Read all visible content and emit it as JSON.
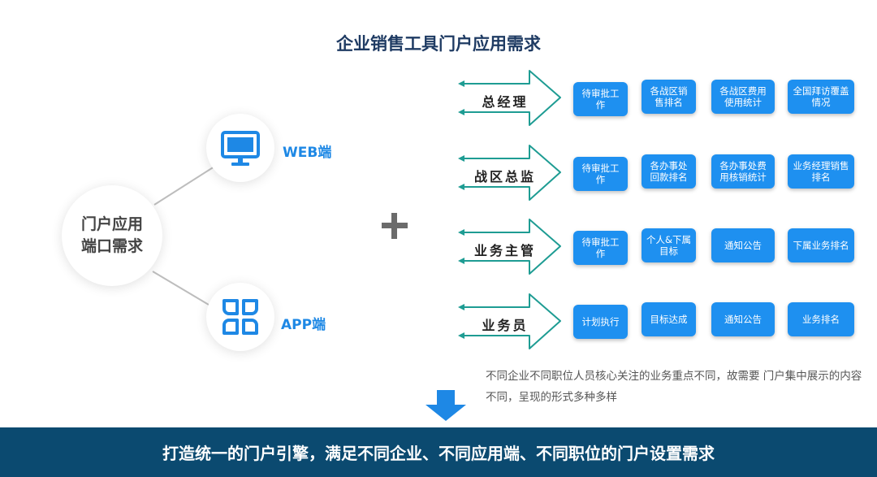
{
  "title": "企业销售工具门户应用需求",
  "center": {
    "line1": "门户应用",
    "line2": "端口需求"
  },
  "channels": [
    {
      "label": "WEB端",
      "icon": "monitor-icon"
    },
    {
      "label": "APP端",
      "icon": "app-grid-icon"
    }
  ],
  "roles": [
    {
      "name": "总经理",
      "items": [
        "待审批工作",
        "各战区销售排名",
        "各战区费用使用统计",
        "全国拜访覆盖情况"
      ]
    },
    {
      "name": "战区总监",
      "items": [
        "待审批工作",
        "各办事处回款排名",
        "各办事处费用核销统计",
        "业务经理销售排名"
      ]
    },
    {
      "name": "业务主管",
      "items": [
        "待审批工作",
        "个人&下属目标",
        "通知公告",
        "下属业务排名"
      ]
    },
    {
      "name": "业务员",
      "items": [
        "计划执行",
        "目标达成",
        "通知公告",
        "业务排名"
      ]
    }
  ],
  "note": "不同企业不同职位人员核心关注的业务重点不同，故需要 门户集中展示的内容不同，呈现的形式多种多样",
  "banner": "打造统一的门户引擎，满足不同企业、不同应用端、不同职位的门户设置需求",
  "colors": {
    "accent": "#1e90f0",
    "banner": "#0b4a70",
    "title": "#1f3b63"
  }
}
